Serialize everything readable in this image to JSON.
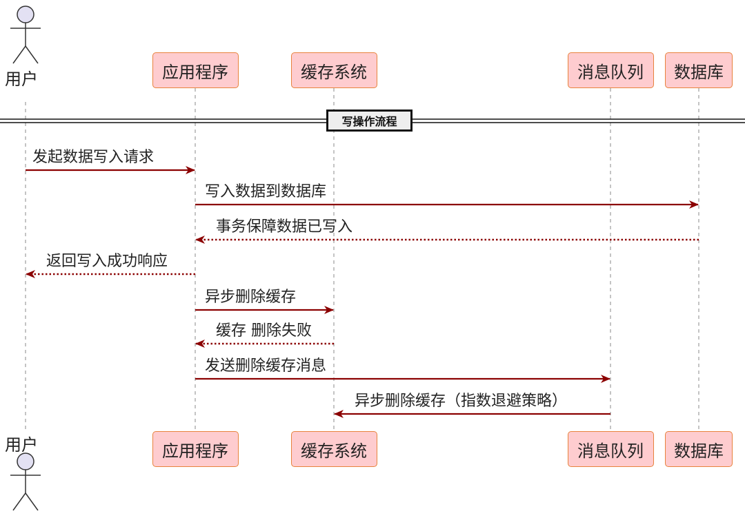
{
  "participants": [
    {
      "id": "user",
      "label": "用户",
      "kind": "actor"
    },
    {
      "id": "app",
      "label": "应用程序",
      "kind": "box"
    },
    {
      "id": "cache",
      "label": "缓存系统",
      "kind": "box"
    },
    {
      "id": "mq",
      "label": "消息队列",
      "kind": "box"
    },
    {
      "id": "db",
      "label": "数据库",
      "kind": "box"
    }
  ],
  "divider": {
    "label": "写操作流程"
  },
  "messages": [
    {
      "from": "user",
      "to": "app",
      "label": "发起数据写入请求",
      "style": "solid"
    },
    {
      "from": "app",
      "to": "db",
      "label": "写入数据到数据库",
      "style": "solid"
    },
    {
      "from": "db",
      "to": "app",
      "label": "事务保障数据已写入",
      "style": "dotted"
    },
    {
      "from": "app",
      "to": "user",
      "label": "返回写入成功响应",
      "style": "dotted"
    },
    {
      "from": "app",
      "to": "cache",
      "label": "异步删除缓存",
      "style": "solid"
    },
    {
      "from": "cache",
      "to": "app",
      "label": "缓存 删除失败",
      "style": "dotted"
    },
    {
      "from": "app",
      "to": "mq",
      "label": "发送删除缓存消息",
      "style": "solid"
    },
    {
      "from": "mq",
      "to": "cache",
      "label": "异步删除缓存（指数退避策略）",
      "style": "solid"
    }
  ],
  "colors": {
    "participant_fill": "#fecccf",
    "participant_border": "#e8823c",
    "arrow": "#8b0000",
    "lifeline": "#888888",
    "actor_head_fill": "#e3e1f3"
  }
}
